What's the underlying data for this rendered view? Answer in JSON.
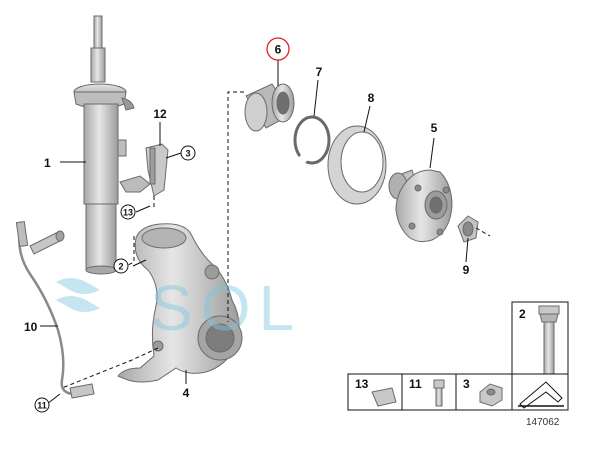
{
  "callouts": {
    "c1": "1",
    "c2": "2",
    "c3": "3",
    "c4": "4",
    "c5": "5",
    "c6": "6",
    "c7": "7",
    "c8": "8",
    "c9": "9",
    "c10": "10",
    "c11": "11",
    "c12": "12",
    "c13": "13"
  },
  "detail_boxes": {
    "b2": "2",
    "b13": "13",
    "b11": "11",
    "b3": "3"
  },
  "diagram_number": "147062",
  "watermark": "SOL",
  "colors": {
    "part_fill": "#cfcfcf",
    "part_dark": "#9a9a9a",
    "line": "#111111",
    "highlight_circle": "#e02020",
    "watermark": "#7fc6e0"
  }
}
